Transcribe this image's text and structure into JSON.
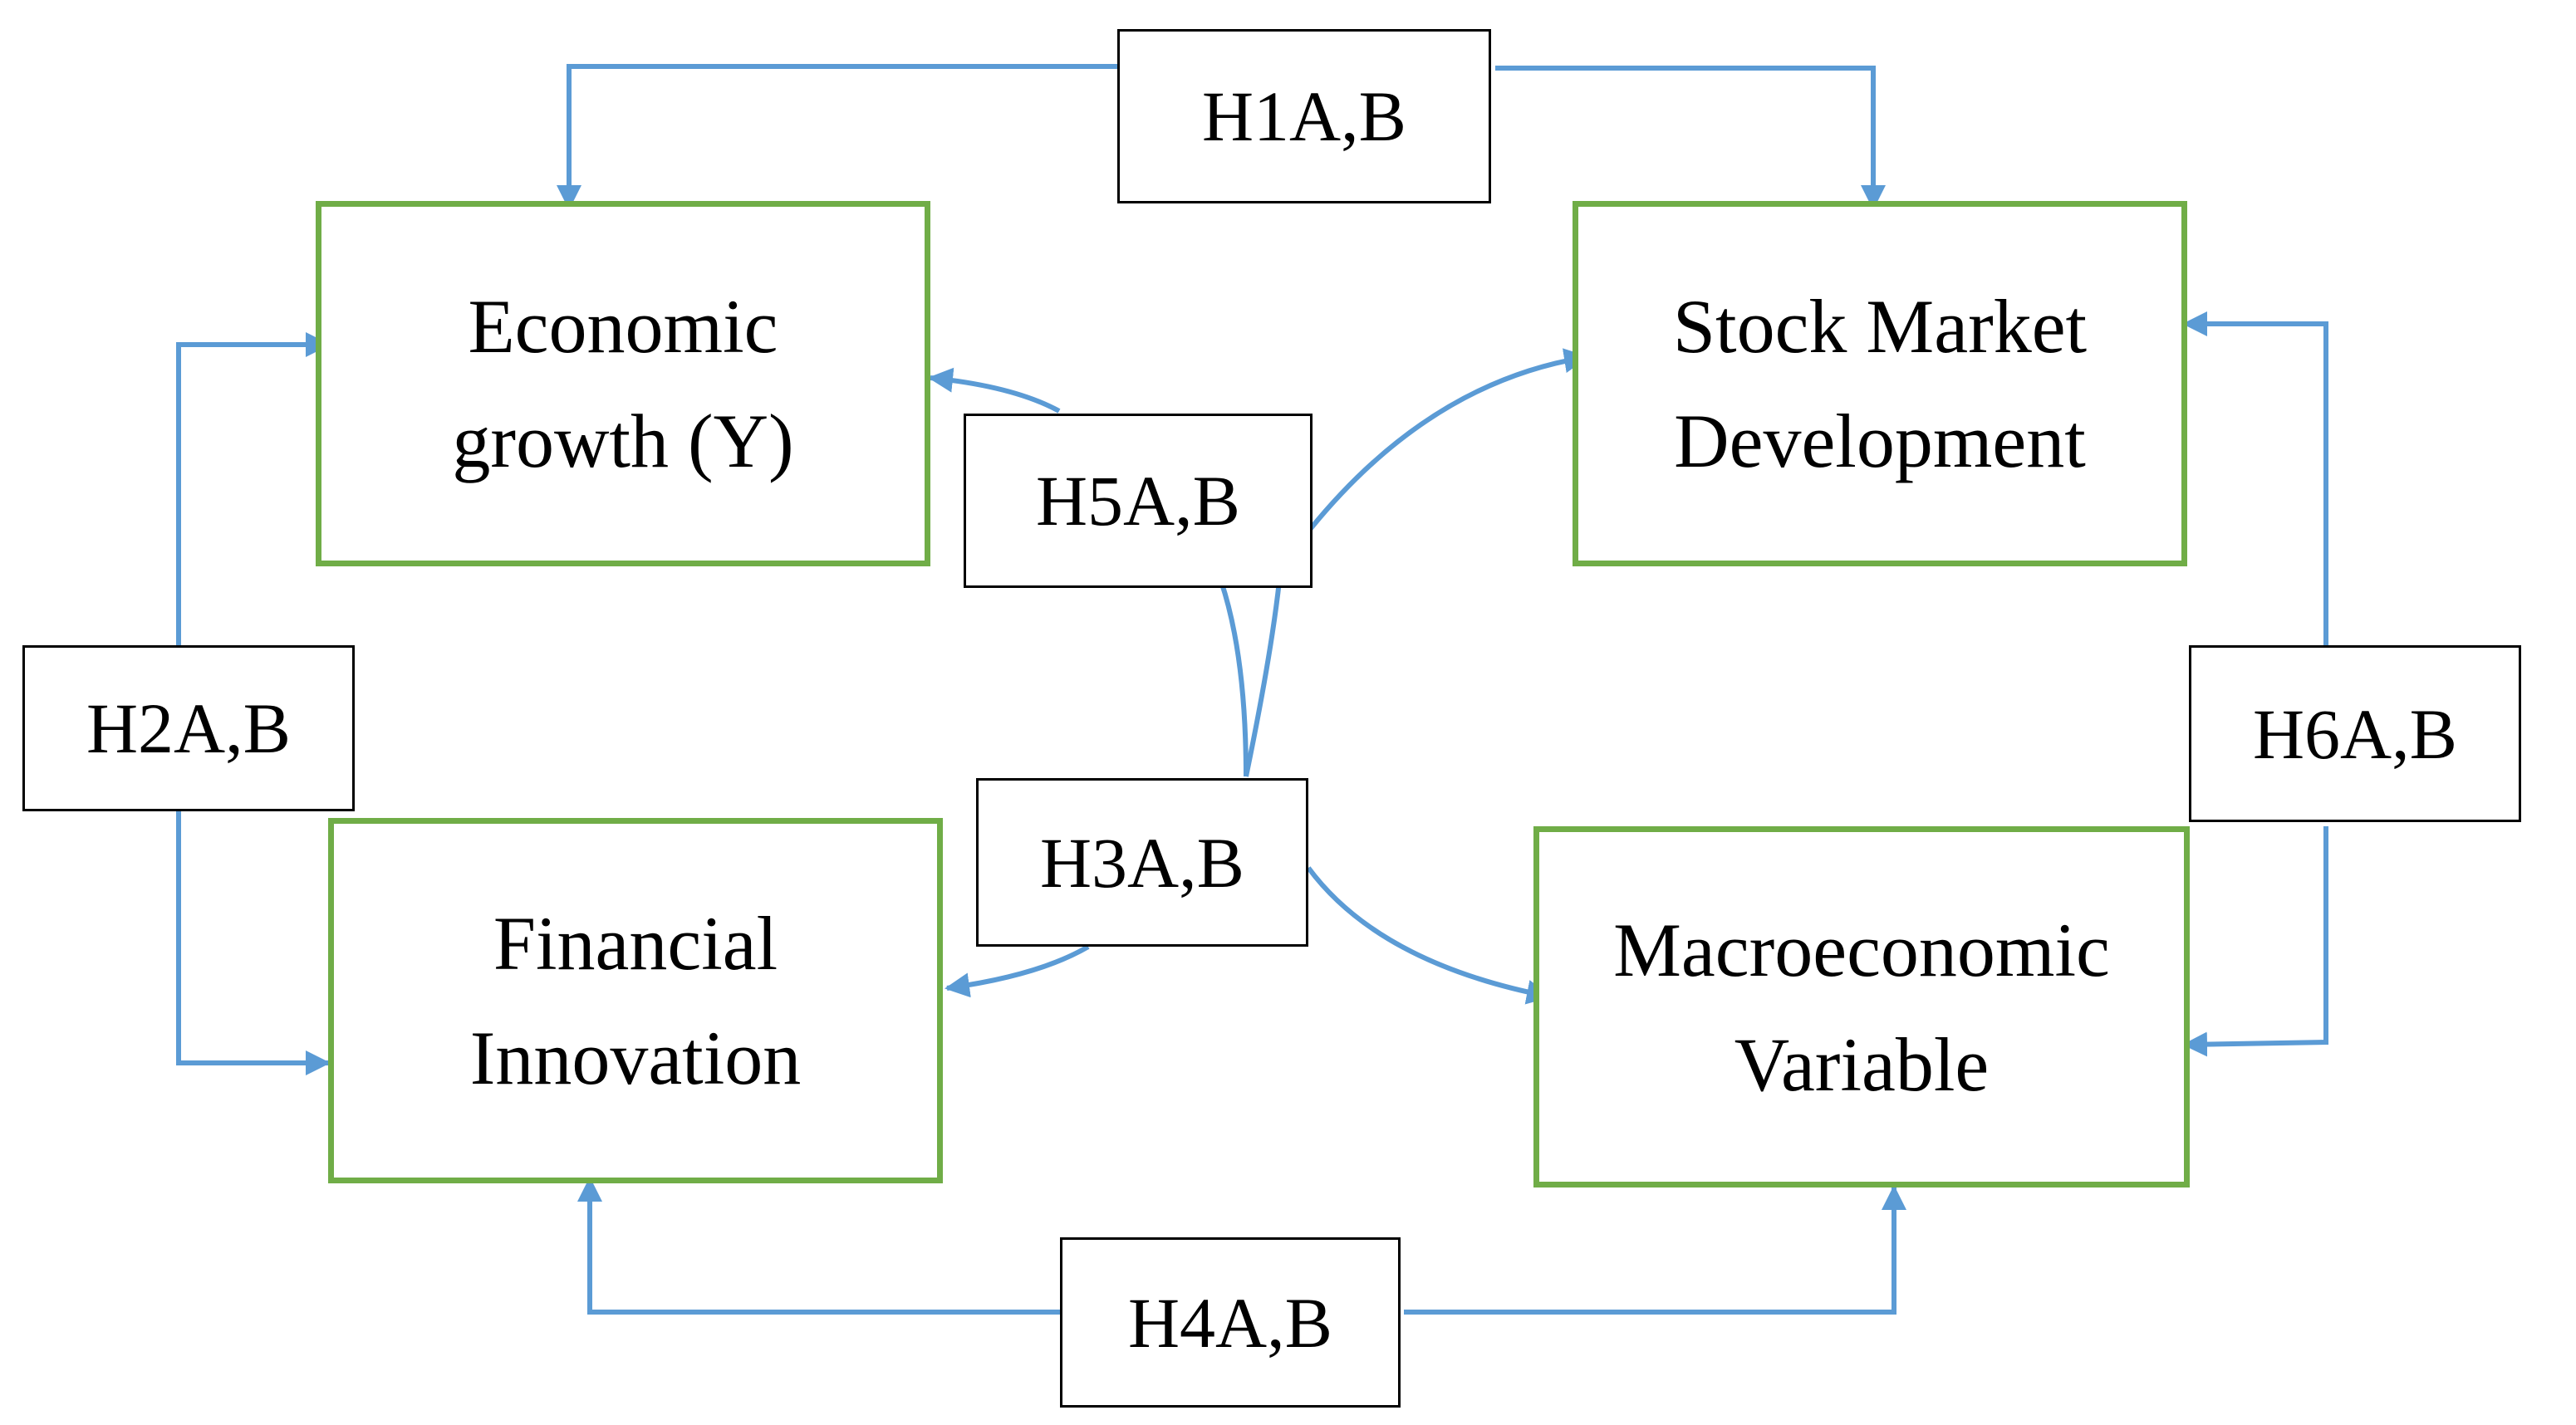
{
  "colors": {
    "node_border": "#70ad47",
    "connector": "#5b9bd5",
    "hypothesis_border": "#000000",
    "text": "#000000"
  },
  "nodes": {
    "economic_growth": "Economic\ngrowth (Y)",
    "stock_market": "Stock Market\nDevelopment",
    "financial_innovation": "Financial\nInnovation",
    "macroeconomic": "Macroeconomic\nVariable"
  },
  "hypotheses": {
    "h1": "H1A,B",
    "h2": "H2A,B",
    "h3": "H3A,B",
    "h4": "H4A,B",
    "h5": "H5A,B",
    "h6": "H6A,B"
  },
  "links": [
    {
      "label": "H1A,B",
      "from": "H1A,B",
      "to": [
        "Economic growth (Y)",
        "Stock Market Development"
      ]
    },
    {
      "label": "H2A,B",
      "from": "H2A,B",
      "to": [
        "Economic growth (Y)",
        "Financial Innovation"
      ]
    },
    {
      "label": "H3A,B",
      "from": "H3A,B",
      "to": [
        "Financial Innovation",
        "Macroeconomic Variable"
      ]
    },
    {
      "label": "H4A,B",
      "from": "H4A,B",
      "to": [
        "Financial Innovation",
        "Macroeconomic Variable"
      ]
    },
    {
      "label": "H5A,B",
      "from": "H5A,B",
      "to": [
        "Economic growth (Y)",
        "Stock Market Development"
      ]
    },
    {
      "label": "H6A,B",
      "from": "H6A,B",
      "to": [
        "Stock Market Development",
        "Macroeconomic Variable"
      ]
    }
  ]
}
